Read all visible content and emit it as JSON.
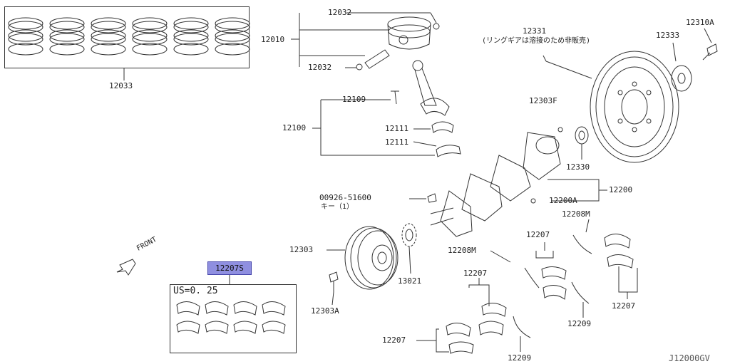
{
  "diagram_code": "J12000GV",
  "front_label": "FRONT",
  "selected_part": "12207S",
  "undersize_note": "US=0. 25",
  "ring_gear_note": "(リングギアは溶接のため非販売)",
  "key_note": "キー（1）",
  "parts": {
    "p12033": "12033",
    "p12032_top": "12032",
    "p12010": "12010",
    "p12032_bot": "12032",
    "p12109": "12109",
    "p12100": "12100",
    "p12111_a": "12111",
    "p12111_b": "12111",
    "p12331": "12331",
    "p12333": "12333",
    "p12310A": "12310A",
    "p12303F": "12303F",
    "p12330": "12330",
    "p12200": "12200",
    "p12200A": "12200A",
    "p00926": "00926-51600",
    "p12208M_r": "12208M",
    "p12207_a": "12207",
    "p12208M_l": "12208M",
    "p12303": "12303",
    "p13021": "13021",
    "p12207_b": "12207",
    "p12207_c": "12207",
    "p12209_a": "12209",
    "p12209_b": "12209",
    "p12207_d": "12207",
    "p12303A": "12303A"
  }
}
